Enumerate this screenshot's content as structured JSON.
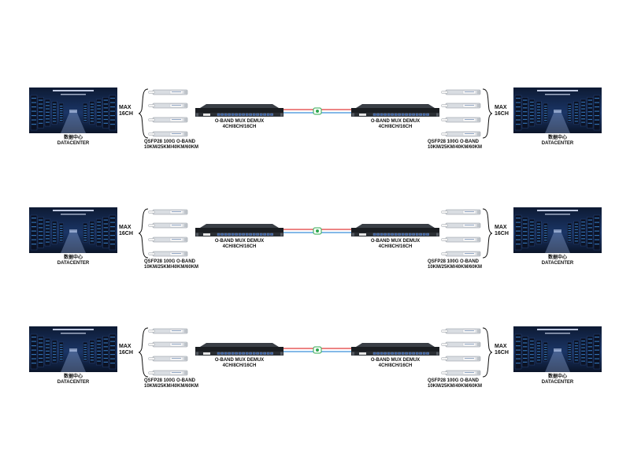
{
  "colors": {
    "fiber_tx": "#e23b3b",
    "fiber_rx": "#3b8fd9",
    "connector": "#2fa84f",
    "rack_body": "#2a2e33",
    "port_blue": "#3a5f9e",
    "server_glow": "#3f8fe0"
  },
  "icons": [
    "datacenter-image",
    "transceiver-icon",
    "mux-chassis-icon",
    "fiber-connector-icon",
    "brace-icon"
  ],
  "rows": [
    {
      "left_dc": {
        "label_cn": "数据中心",
        "label_en": "DATACENTER"
      },
      "right_dc": {
        "label_cn": "数据中心",
        "label_en": "DATACENTER"
      },
      "max_label": [
        "MAX",
        "16CH"
      ],
      "transceiver_label": [
        "QSFP28 100G O-BAND",
        "10KM/25KM/40KM/60KM"
      ],
      "mux_label": [
        "O-BAND MUX DEMUX",
        "4CH/8CH/16CH"
      ]
    },
    {
      "left_dc": {
        "label_cn": "数据中心",
        "label_en": "DATACENTER"
      },
      "right_dc": {
        "label_cn": "数据中心",
        "label_en": "DATACENTER"
      },
      "max_label": [
        "MAX",
        "16CH"
      ],
      "transceiver_label": [
        "QSFP28 100G O-BAND",
        "10KM/25KM/40KM/60KM"
      ],
      "mux_label": [
        "O-BAND MUX DEMUX",
        "4CH/8CH/16CH"
      ]
    },
    {
      "left_dc": {
        "label_cn": "数据中心",
        "label_en": "DATACENTER"
      },
      "right_dc": {
        "label_cn": "数据中心",
        "label_en": "DATACENTER"
      },
      "max_label": [
        "MAX",
        "16CH"
      ],
      "transceiver_label": [
        "QSFP28 100G O-BAND",
        "10KM/25KM/40KM/60KM"
      ],
      "mux_label": [
        "O-BAND MUX DEMUX",
        "4CH/8CH/16CH"
      ]
    }
  ]
}
